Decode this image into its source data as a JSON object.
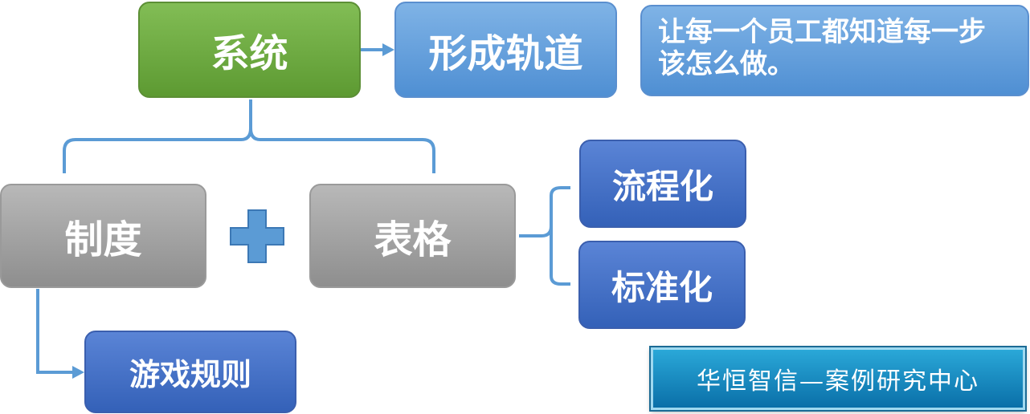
{
  "nodes": {
    "system": "系统",
    "track": "形成轨道",
    "description": "让每一个员工都知道每一步该怎么做。",
    "rules": "制度",
    "forms": "表格",
    "process": "流程化",
    "standard": "标准化",
    "game_rules": "游戏规则"
  },
  "badge": "华恒智信—案例研究中心",
  "colors": {
    "green": "#6aa63e",
    "light_blue": "#5b9bd5",
    "dark_blue": "#3f6cc4",
    "gray": "#a0a0a0"
  }
}
